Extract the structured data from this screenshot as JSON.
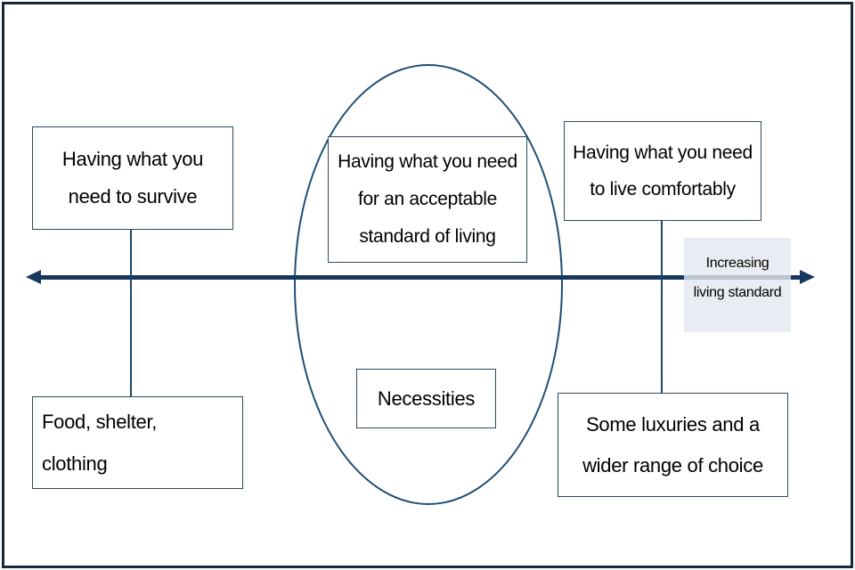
{
  "diagram": {
    "description": "Standard of living spectrum diagram",
    "boxes": {
      "survive": {
        "text": "Having what you\nneed to survive"
      },
      "acceptable": {
        "text": "Having what you need\nfor an acceptable\nstandard of living"
      },
      "comfortably": {
        "text": "Having what you need\nto live comfortably"
      },
      "food": {
        "text": "Food, shelter,\nclothing"
      },
      "necessities": {
        "text": "Necessities"
      },
      "luxuries": {
        "text": "Some luxuries and a\nwider range of choice"
      }
    },
    "axis": {
      "label": "Increasing\nliving standard",
      "direction": "horizontal double-headed arrow"
    },
    "colors": {
      "frame_border": "#16283e",
      "box_border": "#2a4a63",
      "arrow_line": "#17375e",
      "connector_line": "#1d4566",
      "ellipse_stroke": "#1d4e74",
      "axis_label_background": "#e4e7ef",
      "text": "#000000",
      "background": "#ffffff"
    }
  }
}
